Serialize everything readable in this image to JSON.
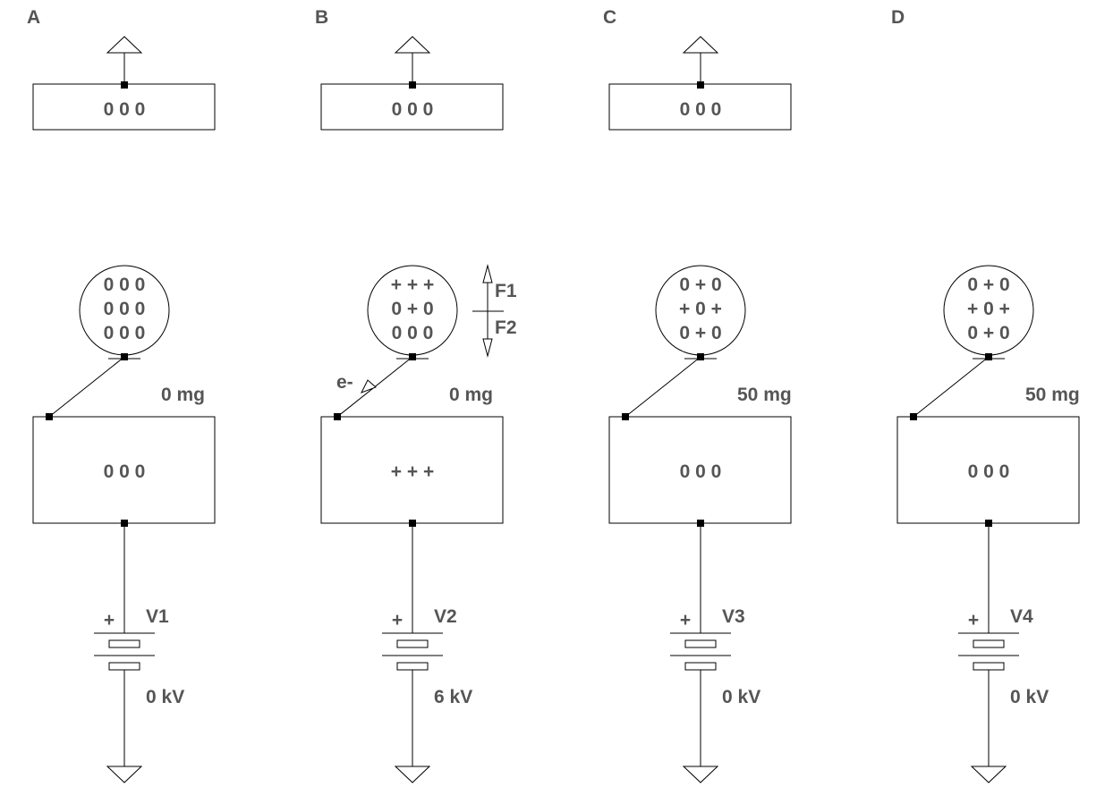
{
  "panels": [
    {
      "letter": "A",
      "top_plate": "0 0 0",
      "sphere": [
        "0 0 0",
        "0 0 0",
        "0 0 0"
      ],
      "mass": "0 mg",
      "plate": "0 0 0",
      "source": "V1",
      "voltage": "0 kV",
      "plus": "+",
      "show_top": true
    },
    {
      "letter": "B",
      "top_plate": "0 0 0",
      "sphere": [
        "+ + +",
        "0 + 0",
        "0 0 0"
      ],
      "mass": "0 mg",
      "plate": "+ + +",
      "source": "V2",
      "voltage": "6 kV",
      "plus": "+",
      "show_top": true,
      "electron_label": "e-",
      "forces": [
        "F1",
        "F2"
      ]
    },
    {
      "letter": "C",
      "top_plate": "0 0 0",
      "sphere": [
        "0 + 0",
        "+ 0 +",
        "0 + 0"
      ],
      "mass": "50 mg",
      "plate": "0 0 0",
      "source": "V3",
      "voltage": "0 kV",
      "plus": "+",
      "show_top": true
    },
    {
      "letter": "D",
      "sphere": [
        "0 + 0",
        "+ 0 +",
        "0 + 0"
      ],
      "mass": "50 mg",
      "plate": "0 0 0",
      "source": "V4",
      "voltage": "0 kV",
      "plus": "+",
      "show_top": false
    }
  ]
}
